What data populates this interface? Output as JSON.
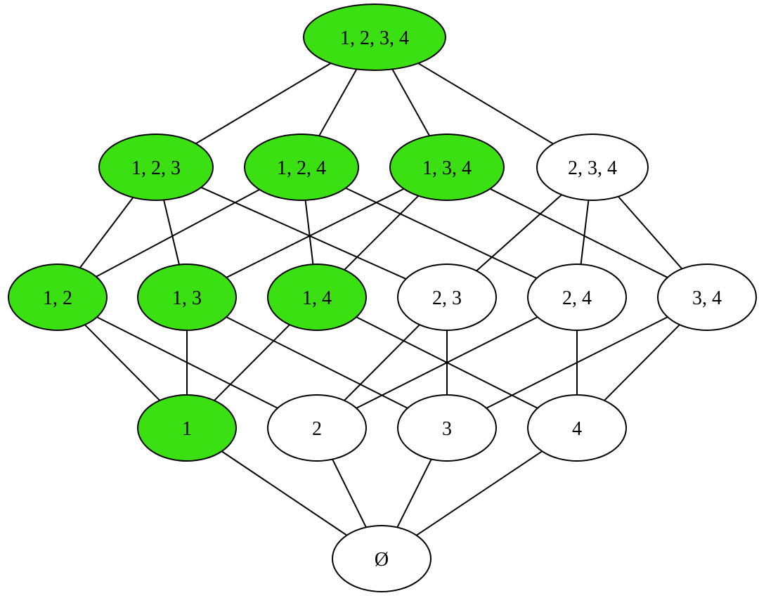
{
  "colors": {
    "highlight": "#3ae011",
    "default": "#ffffff",
    "stroke": "#000000"
  },
  "nodes": [
    {
      "id": "n1234",
      "label": "1, 2, 3, 4",
      "highlighted": true
    },
    {
      "id": "n123",
      "label": "1, 2, 3",
      "highlighted": true
    },
    {
      "id": "n124",
      "label": "1, 2, 4",
      "highlighted": true
    },
    {
      "id": "n134",
      "label": "1, 3, 4",
      "highlighted": true
    },
    {
      "id": "n234",
      "label": "2, 3, 4",
      "highlighted": false
    },
    {
      "id": "n12",
      "label": "1, 2",
      "highlighted": true
    },
    {
      "id": "n13",
      "label": "1, 3",
      "highlighted": true
    },
    {
      "id": "n14",
      "label": "1, 4",
      "highlighted": true
    },
    {
      "id": "n23",
      "label": "2, 3",
      "highlighted": false
    },
    {
      "id": "n24",
      "label": "2, 4",
      "highlighted": false
    },
    {
      "id": "n34",
      "label": "3, 4",
      "highlighted": false
    },
    {
      "id": "n1",
      "label": "1",
      "highlighted": true
    },
    {
      "id": "n2",
      "label": "2",
      "highlighted": false
    },
    {
      "id": "n3",
      "label": "3",
      "highlighted": false
    },
    {
      "id": "n4",
      "label": "4",
      "highlighted": false
    },
    {
      "id": "nempty",
      "label": "Ø",
      "highlighted": false
    }
  ],
  "edges": [
    [
      "n1234",
      "n123"
    ],
    [
      "n1234",
      "n124"
    ],
    [
      "n1234",
      "n134"
    ],
    [
      "n1234",
      "n234"
    ],
    [
      "n123",
      "n12"
    ],
    [
      "n123",
      "n13"
    ],
    [
      "n123",
      "n23"
    ],
    [
      "n124",
      "n12"
    ],
    [
      "n124",
      "n14"
    ],
    [
      "n124",
      "n24"
    ],
    [
      "n134",
      "n13"
    ],
    [
      "n134",
      "n14"
    ],
    [
      "n134",
      "n34"
    ],
    [
      "n234",
      "n23"
    ],
    [
      "n234",
      "n24"
    ],
    [
      "n234",
      "n34"
    ],
    [
      "n12",
      "n1"
    ],
    [
      "n12",
      "n2"
    ],
    [
      "n13",
      "n1"
    ],
    [
      "n13",
      "n3"
    ],
    [
      "n14",
      "n1"
    ],
    [
      "n14",
      "n4"
    ],
    [
      "n23",
      "n2"
    ],
    [
      "n23",
      "n3"
    ],
    [
      "n24",
      "n2"
    ],
    [
      "n24",
      "n4"
    ],
    [
      "n34",
      "n3"
    ],
    [
      "n34",
      "n4"
    ],
    [
      "n1",
      "nempty"
    ],
    [
      "n2",
      "nempty"
    ],
    [
      "n3",
      "nempty"
    ],
    [
      "n4",
      "nempty"
    ]
  ]
}
